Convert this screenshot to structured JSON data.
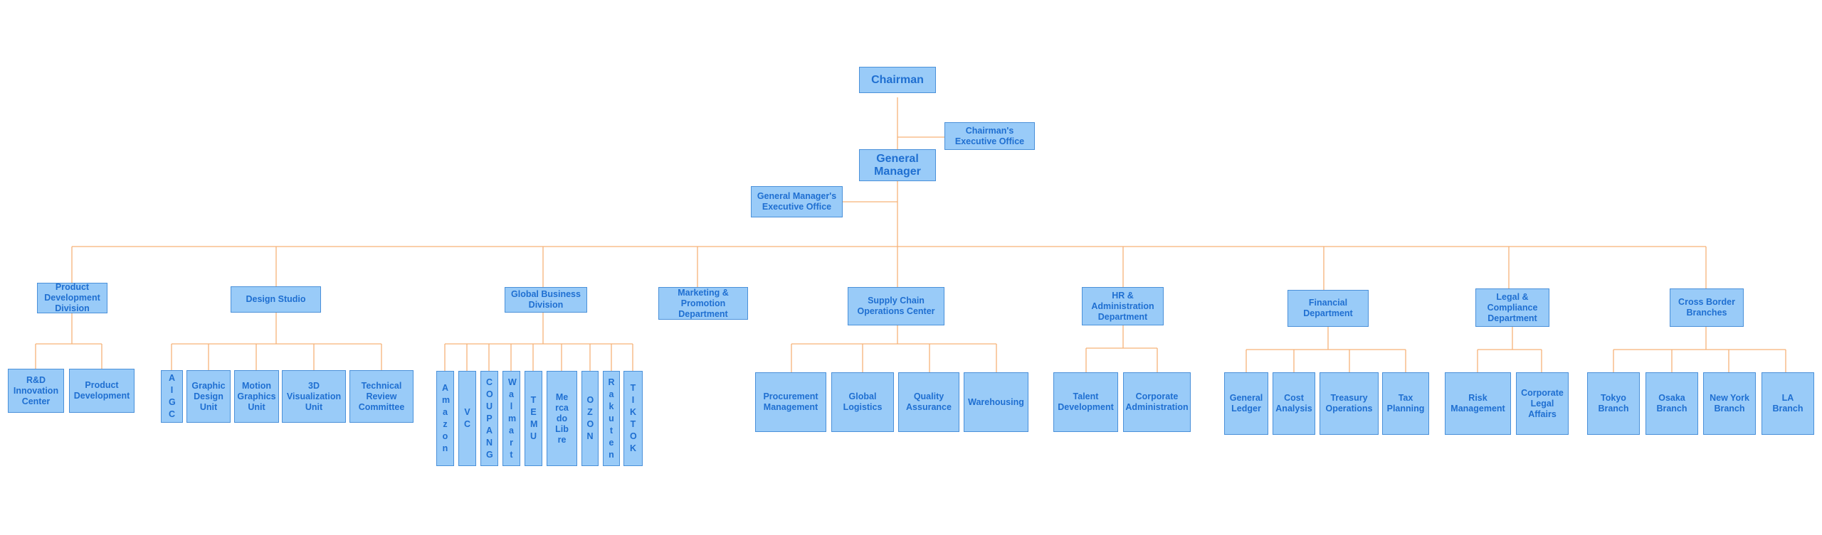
{
  "colors": {
    "node_fill": "#99cbf8",
    "node_border": "#4a90d9",
    "node_text": "#1f6fd1",
    "connector": "#f6b278"
  },
  "nodes": {
    "chairman": "Chairman",
    "chairman_office": "Chairman's\nExecutive Office",
    "general_manager": "General\nManager",
    "gm_office": "General Manager's\nExecutive Office",
    "product_dev_division": "Product\nDevelopment\nDivision",
    "rd_center": "R&D\nInnovation\nCenter",
    "product_development": "Product\nDevelopment",
    "design_studio": "Design Studio",
    "aigc": "AIGC",
    "graphic_design": "Graphic\nDesign\nUnit",
    "motion_graphics": "Motion\nGraphics\nUnit",
    "visualization_3d": "3D\nVisualization\nUnit",
    "technical_review": "Technical\nReview\nCommittee",
    "global_business": "Global Business\nDivision",
    "amazon": "Amazon",
    "vc": "VC",
    "coupang": "COUPANG",
    "walmart": "Walmart",
    "temu": "TEMU",
    "mercado_libre": "MercadoLibre",
    "ozon": "OZON",
    "rakuten": "Rakuten",
    "tiktok": "TIKTOK",
    "marketing": "Marketing &\nPromotion\nDepartment",
    "supply_chain": "Supply Chain\nOperations Center",
    "procurement": "Procurement\nManagement",
    "global_logistics": "Global\nLogistics",
    "quality_assurance": "Quality\nAssurance",
    "warehousing": "Warehousing",
    "hr_admin": "HR &\nAdministration\nDepartment",
    "talent_development": "Talent\nDevelopment",
    "corporate_admin": "Corporate\nAdministration",
    "financial": "Financial\nDepartment",
    "general_ledger": "General\nLedger",
    "cost_analysis": "Cost\nAnalysis",
    "treasury": "Treasury\nOperations",
    "tax_planning": "Tax\nPlanning",
    "legal": "Legal &\nCompliance\nDepartment",
    "risk_management": "Risk\nManagement",
    "corporate_legal": "Corporate\nLegal\nAffairs",
    "cross_border": "Cross Border\nBranches",
    "tokyo": "Tokyo\nBranch",
    "osaka": "Osaka\nBranch",
    "new_york": "New York\nBranch",
    "la": "LA\nBranch"
  }
}
